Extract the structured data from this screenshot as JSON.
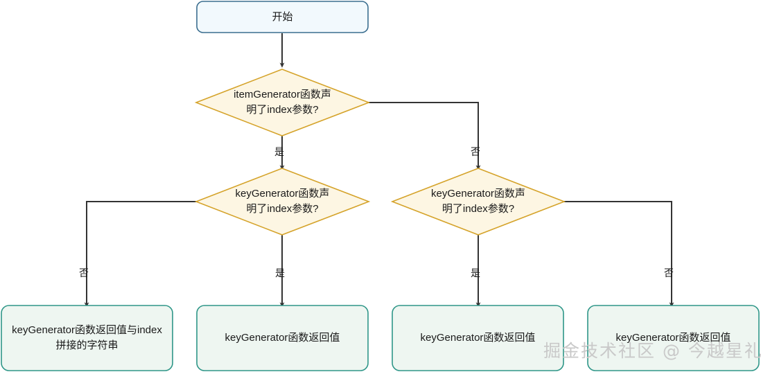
{
  "diagram": {
    "type": "flowchart",
    "background_color": "#ffffff",
    "styles": {
      "start_fill": "#f2f9fd",
      "start_stroke": "#3b6e8f",
      "decision_fill": "#fdf6e3",
      "decision_stroke": "#d5a32a",
      "result_fill": "#eef6f1",
      "result_stroke": "#2e9688",
      "edge_stroke": "#333333",
      "text_color": "#1a1a1a"
    },
    "nodes": [
      {
        "id": "start",
        "shape": "rounded-rect",
        "label": "开始"
      },
      {
        "id": "decision-item-generator",
        "shape": "diamond",
        "label": "itemGenerator函数声\n明了index参数?"
      },
      {
        "id": "decision-key-generator-left",
        "shape": "diamond",
        "label": "keyGenerator函数声\n明了index参数?"
      },
      {
        "id": "decision-key-generator-right",
        "shape": "diamond",
        "label": "keyGenerator函数声\n明了index参数?"
      },
      {
        "id": "result-concat",
        "shape": "rounded-rect",
        "label": "keyGenerator函数返回值与index\n拼接的字符串"
      },
      {
        "id": "result-return-2",
        "shape": "rounded-rect",
        "label": "keyGenerator函数返回值"
      },
      {
        "id": "result-return-3",
        "shape": "rounded-rect",
        "label": "keyGenerator函数返回值"
      },
      {
        "id": "result-return-4",
        "shape": "rounded-rect",
        "label": "keyGenerator函数返回值"
      }
    ],
    "edges": [
      {
        "id": "edge-start-to-decision",
        "from": "start",
        "to": "decision-item-generator",
        "label": ""
      },
      {
        "id": "edge-item-yes",
        "from": "decision-item-generator",
        "to": "decision-key-generator-left",
        "label": "是"
      },
      {
        "id": "edge-item-no",
        "from": "decision-item-generator",
        "to": "decision-key-generator-right",
        "label": "否"
      },
      {
        "id": "edge-left-no",
        "from": "decision-key-generator-left",
        "to": "result-concat",
        "label": "否"
      },
      {
        "id": "edge-left-yes",
        "from": "decision-key-generator-left",
        "to": "result-return-2",
        "label": "是"
      },
      {
        "id": "edge-right-yes",
        "from": "decision-key-generator-right",
        "to": "result-return-3",
        "label": "是"
      },
      {
        "id": "edge-right-no",
        "from": "decision-key-generator-right",
        "to": "result-return-4",
        "label": "否"
      }
    ]
  },
  "watermark": {
    "text": "掘金技术社区 @ 今越星礼"
  }
}
